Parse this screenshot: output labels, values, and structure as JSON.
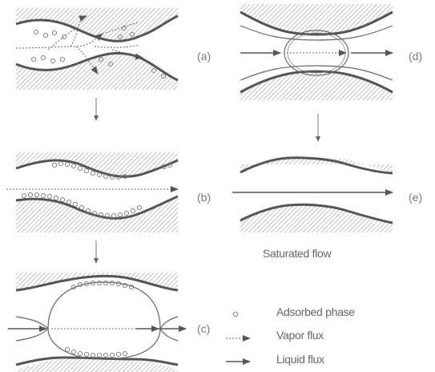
{
  "labels": {
    "a": "(a)",
    "b": "(b)",
    "c": "(c)",
    "d": "(d)",
    "e": "(e)"
  },
  "caption": "Saturated flow",
  "legend": {
    "adsorbed": "Adsorbed phase",
    "vapor": "Vapor flux",
    "liquid": "Liquid flux"
  }
}
